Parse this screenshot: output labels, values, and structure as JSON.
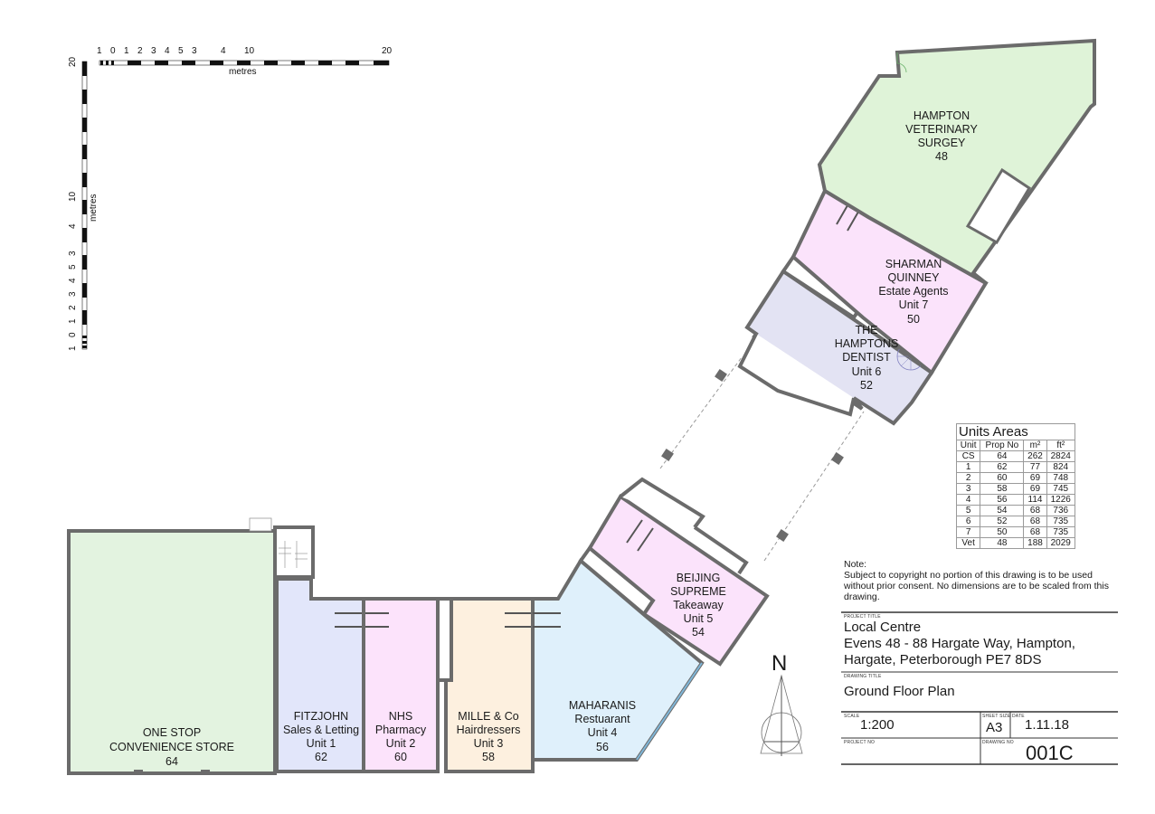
{
  "drawing": {
    "type": "architectural-floor-plan",
    "colors": {
      "wall": "#6b6b6b",
      "convenience_store": "#e3f3e0",
      "veterinary": "#dff3d8",
      "unit1": "#e2e6fa",
      "unit2": "#fce3fb",
      "unit3": "#fdf0df",
      "unit4": "#dff0fb",
      "unit5": "#fbe3fb",
      "unit6": "#e3e3f3",
      "unit7": "#fbe3fb"
    },
    "units": [
      {
        "id": "cs",
        "lines": [
          "ONE STOP",
          "CONVENIENCE STORE",
          "64"
        ]
      },
      {
        "id": "unit1",
        "lines": [
          "FITZJOHN",
          "Sales & Letting",
          "Unit 1",
          "62"
        ]
      },
      {
        "id": "unit2",
        "lines": [
          "NHS",
          "Pharmacy",
          "Unit 2",
          "60"
        ]
      },
      {
        "id": "unit3",
        "lines": [
          "MILLE & Co",
          "Hairdressers",
          "Unit 3",
          "58"
        ]
      },
      {
        "id": "unit4",
        "lines": [
          "MAHARANIS",
          "Restuarant",
          "Unit 4",
          "56"
        ]
      },
      {
        "id": "unit5",
        "lines": [
          "BEIJING",
          "SUPREME",
          "Takeaway",
          "Unit 5",
          "54"
        ]
      },
      {
        "id": "unit6",
        "lines": [
          "THE",
          "HAMPTONS",
          "DENTIST",
          "Unit 6",
          "52"
        ]
      },
      {
        "id": "unit7",
        "lines": [
          "SHARMAN",
          "QUINNEY",
          "Estate Agents",
          "Unit 7",
          "50"
        ]
      },
      {
        "id": "vet",
        "lines": [
          "HAMPTON",
          "VETERINARY",
          "SURGEY",
          "48"
        ]
      }
    ]
  },
  "scale_bar": {
    "horizontal_ticks": [
      "1",
      "0",
      "1",
      "2",
      "3",
      "4",
      "5",
      "3",
      "4",
      "10",
      "20"
    ],
    "vertical_ticks": [
      "20",
      "10",
      "4",
      "3",
      "5",
      "4",
      "3",
      "2",
      "1",
      "0",
      "1"
    ],
    "unit_label": "metres"
  },
  "north_arrow": {
    "label": "N"
  },
  "units_areas": {
    "title": "Units Areas",
    "headers": [
      "Unit",
      "Prop No",
      "m²",
      "ft²"
    ],
    "rows": [
      [
        "CS",
        "64",
        "262",
        "2824"
      ],
      [
        "1",
        "62",
        "77",
        "824"
      ],
      [
        "2",
        "60",
        "69",
        "748"
      ],
      [
        "3",
        "58",
        "69",
        "745"
      ],
      [
        "4",
        "56",
        "114",
        "1226"
      ],
      [
        "5",
        "54",
        "68",
        "736"
      ],
      [
        "6",
        "52",
        "68",
        "735"
      ],
      [
        "7",
        "50",
        "68",
        "735"
      ],
      [
        "Vet",
        "48",
        "188",
        "2029"
      ]
    ]
  },
  "note": {
    "heading": "Note:",
    "body": "Subject to copyright no portion of this drawing is to be used without prior consent. No dimensions are to be scaled from this drawing."
  },
  "title_block": {
    "project_title_label": "PROJECT TITLE",
    "project_title_lines": [
      "Local Centre",
      "Evens 48 - 88 Hargate Way, Hampton,",
      "Hargate, Peterborough PE7 8DS"
    ],
    "drawing_title_label": "DRAWING TITLE",
    "drawing_title": "Ground Floor Plan",
    "scale_label": "SCALE",
    "scale": "1:200",
    "sheet_size_label": "SHEET SIZE",
    "sheet_size": "A3",
    "date_label": "DATE",
    "date": "1.11.18",
    "project_no_label": "PROJECT NO",
    "project_no": "",
    "drawing_no_label": "DRAWING NO",
    "drawing_no": "001C"
  }
}
